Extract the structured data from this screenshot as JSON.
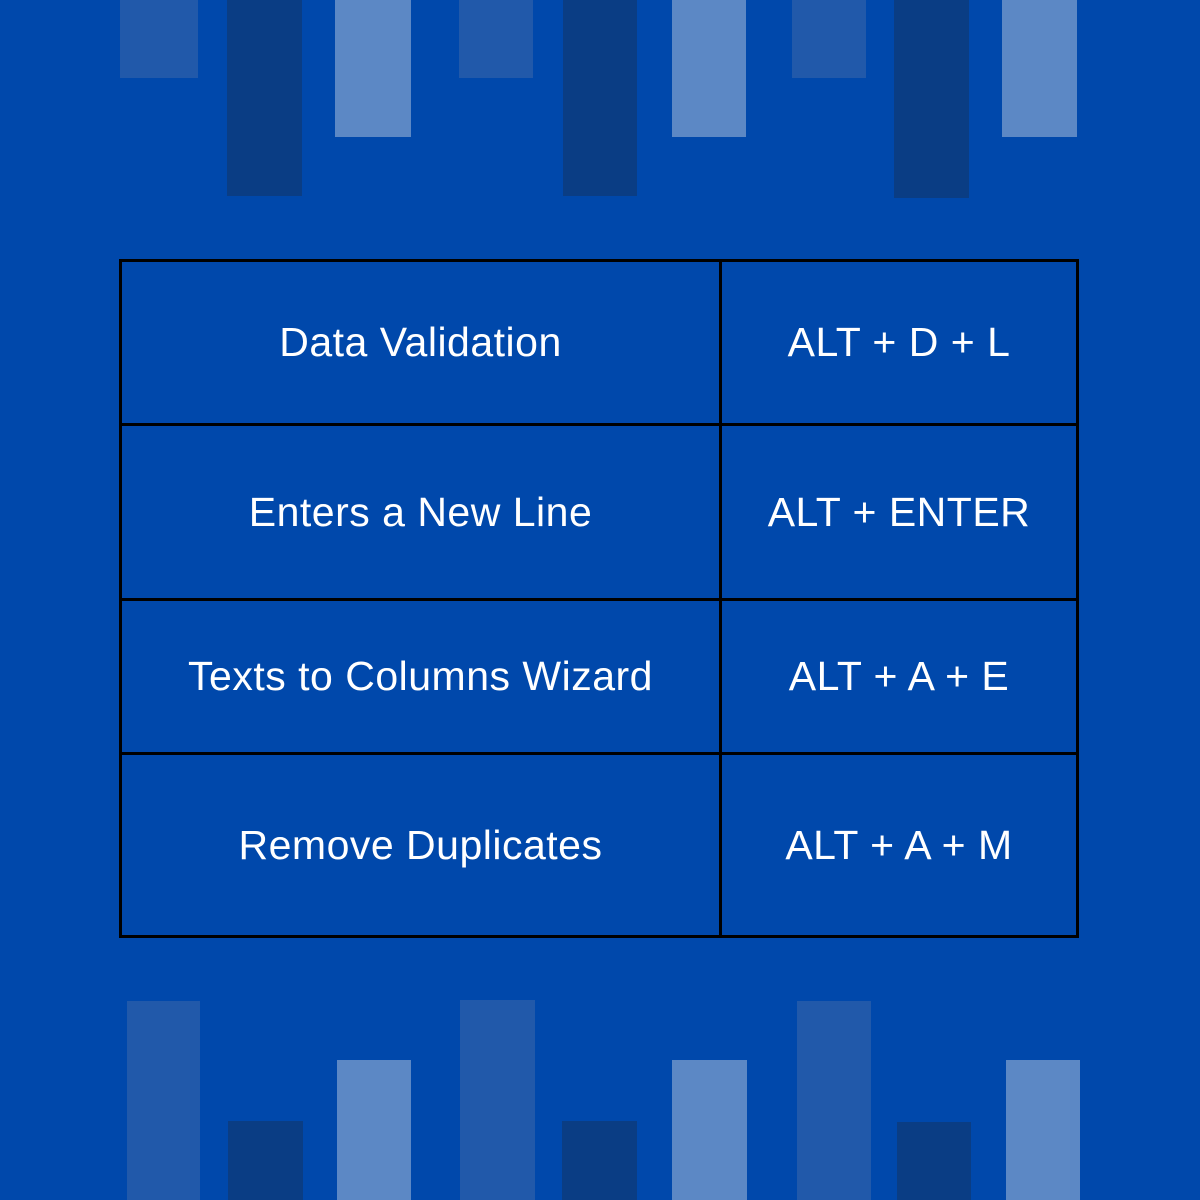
{
  "colors": {
    "bg": "#0048AB",
    "bar_medium": "#2159AA",
    "bar_dark": "#0A3D84",
    "bar_light": "#5C88C5",
    "table_border": "#000000",
    "text": "#FFFFFF"
  },
  "table": {
    "rows": [
      {
        "action": "Data Validation",
        "keys": "ALT + D + L"
      },
      {
        "action": "Enters a New Line",
        "keys": "ALT + ENTER"
      },
      {
        "action": "Texts to Columns Wizard",
        "keys": "ALT + A + E"
      },
      {
        "action": "Remove Duplicates",
        "keys": "ALT + A + M"
      }
    ]
  }
}
